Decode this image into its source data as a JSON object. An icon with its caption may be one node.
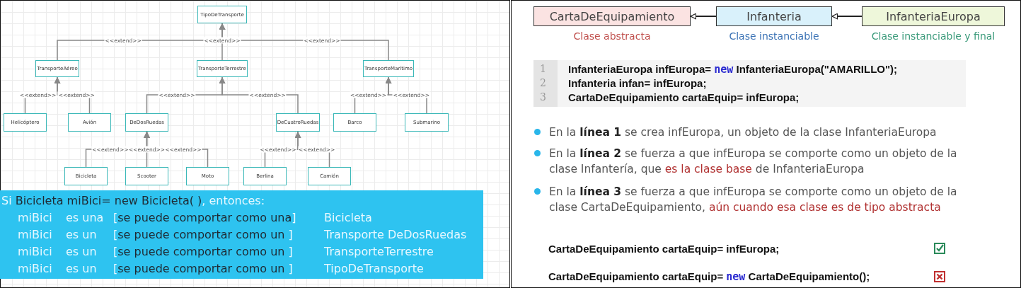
{
  "diagram": {
    "nodes": [
      {
        "text": [
          "TipoDeTransporte"
        ]
      },
      {
        "text": [
          "TransporteAéreo"
        ]
      },
      {
        "text": [
          "TransporteTerrestre"
        ]
      },
      {
        "text": [
          "TransporteMarítimo"
        ]
      },
      {
        "text": [
          "Helicóptero"
        ]
      },
      {
        "text": [
          "Avión"
        ]
      },
      {
        "text": [
          "DeDosRuedas"
        ]
      },
      {
        "text": [
          "DeCuatroRuedas"
        ]
      },
      {
        "text": [
          "Barco"
        ]
      },
      {
        "text": [
          "Submarino"
        ]
      },
      {
        "text": [
          "Bicicleta"
        ]
      },
      {
        "text": [
          "Scooter"
        ]
      },
      {
        "text": [
          "Moto"
        ]
      },
      {
        "text": [
          "Berlina"
        ]
      },
      {
        "text": [
          "Camión"
        ]
      },
      {
        "text": [
          "CartaDeEquipamiento"
        ],
        "beside": [
          "Clase abstracta"
        ]
      },
      {
        "text": [
          "Infanteria"
        ],
        "beside": [
          "Clase instanciable"
        ]
      },
      {
        "text": [
          "InfanteriaEuropa"
        ],
        "beside": [
          "Clase instanciable y final"
        ]
      }
    ],
    "edges": [
      {
        "from": 1,
        "to": 0,
        "arrow": "to",
        "label": "<<extend>>"
      },
      {
        "from": 2,
        "to": 0,
        "arrow": "to",
        "label": "<<extend>>"
      },
      {
        "from": 3,
        "to": 0,
        "arrow": "to",
        "label": "<<extend>>"
      },
      {
        "from": 4,
        "to": 1,
        "arrow": "to",
        "label": "<<extend>>"
      },
      {
        "from": 5,
        "to": 1,
        "arrow": "to",
        "label": "<<extend>>"
      },
      {
        "from": 6,
        "to": 2,
        "arrow": "to",
        "label": "<<extend>>"
      },
      {
        "from": 7,
        "to": 2,
        "arrow": "to",
        "label": "<<extend>>"
      },
      {
        "from": 8,
        "to": 3,
        "arrow": "to",
        "label": "<<extend>>"
      },
      {
        "from": 9,
        "to": 3,
        "arrow": "to",
        "label": "<<extend>>"
      },
      {
        "from": 10,
        "to": 6,
        "arrow": "to",
        "label": "<<extend>>"
      },
      {
        "from": 11,
        "to": 6,
        "arrow": "to",
        "label": "<<extend>>"
      },
      {
        "from": 12,
        "to": 6,
        "arrow": "to",
        "label": "<<extend>>"
      },
      {
        "from": 13,
        "to": 7,
        "arrow": "to",
        "label": "<<extend>>"
      },
      {
        "from": 14,
        "to": 7,
        "arrow": "to",
        "label": "<<extend>>"
      },
      {
        "from": 16,
        "to": 15,
        "arrow": "to",
        "color": "#222222"
      },
      {
        "from": 17,
        "to": 16,
        "arrow": "to",
        "color": "#222222"
      }
    ],
    "labels": [
      "Si *Bicicleta miBici= new Bicicleta( )*, entonces:",
      "miBici",
      "es una",
      "[*se puede comportar como una*]",
      "Bicicleta",
      "miBici",
      "es un",
      "[*se puede comportar como un* ]",
      "Transporte DeDosRuedas",
      "miBici",
      "es un",
      "[*se puede comportar como un* ]",
      "TransporteTerrestre",
      "miBici",
      "es un",
      "[*se puede comportar como un* ]",
      "TipoDeTransporte",
      "1",
      "InfanteriaEuropa infEuropa= *new* InfanteriaEuropa(\"AMARILLO\");",
      "2",
      "Infanteria infan= infEuropa;",
      "3",
      "CartaDeEquipamiento cartaEquip= infEuropa;",
      "En la **línea 1** se crea infEuropa, un objeto de la clase InfanteriaEuropa",
      "En la **línea 2** se fuerza a que infEuropa se comporte como un objeto de la clase Infantería, que *es la clase base* de InfanteriaEuropa",
      "En la **línea 3** se fuerza a que infEuropa se comporte como un objeto de la clase CartaDeEquipamiento, *aún cuando esa clase es de tipo abstracta*",
      "CartaDeEquipamiento cartaEquip= infEuropa;",
      "CartaDeEquipamiento cartaEquip= *new* CartaDeEquipamiento();"
    ]
  }
}
